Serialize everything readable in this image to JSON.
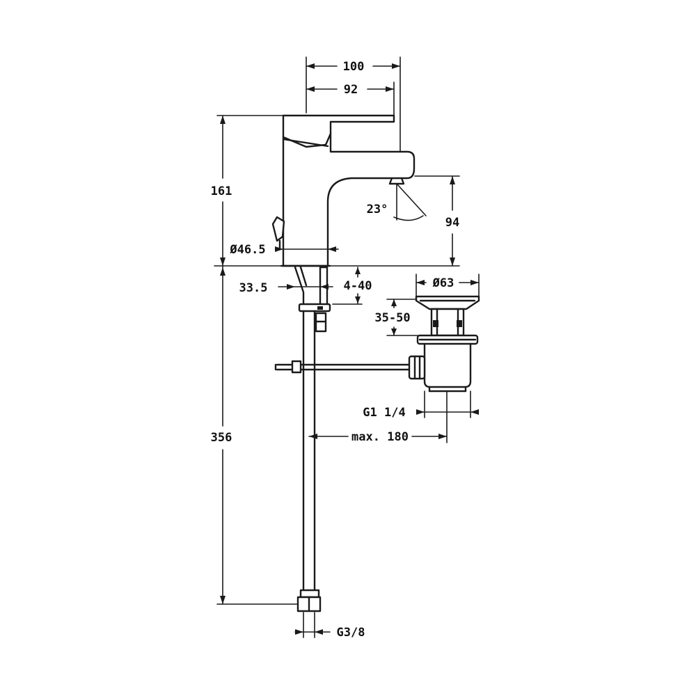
{
  "dimensions": {
    "width_total": "100",
    "width_spout": "92",
    "height_total": "161",
    "spout_height": "94",
    "spout_angle": "23°",
    "body_diameter": "Ø46.5",
    "shank_offset": "33.5",
    "deck_thickness": "4-40",
    "waste_diameter": "Ø63",
    "waste_range": "35-50",
    "waste_thread": "G1 1/4",
    "rod_length": "max. 180",
    "hose_length": "356",
    "hose_thread": "G3/8"
  }
}
